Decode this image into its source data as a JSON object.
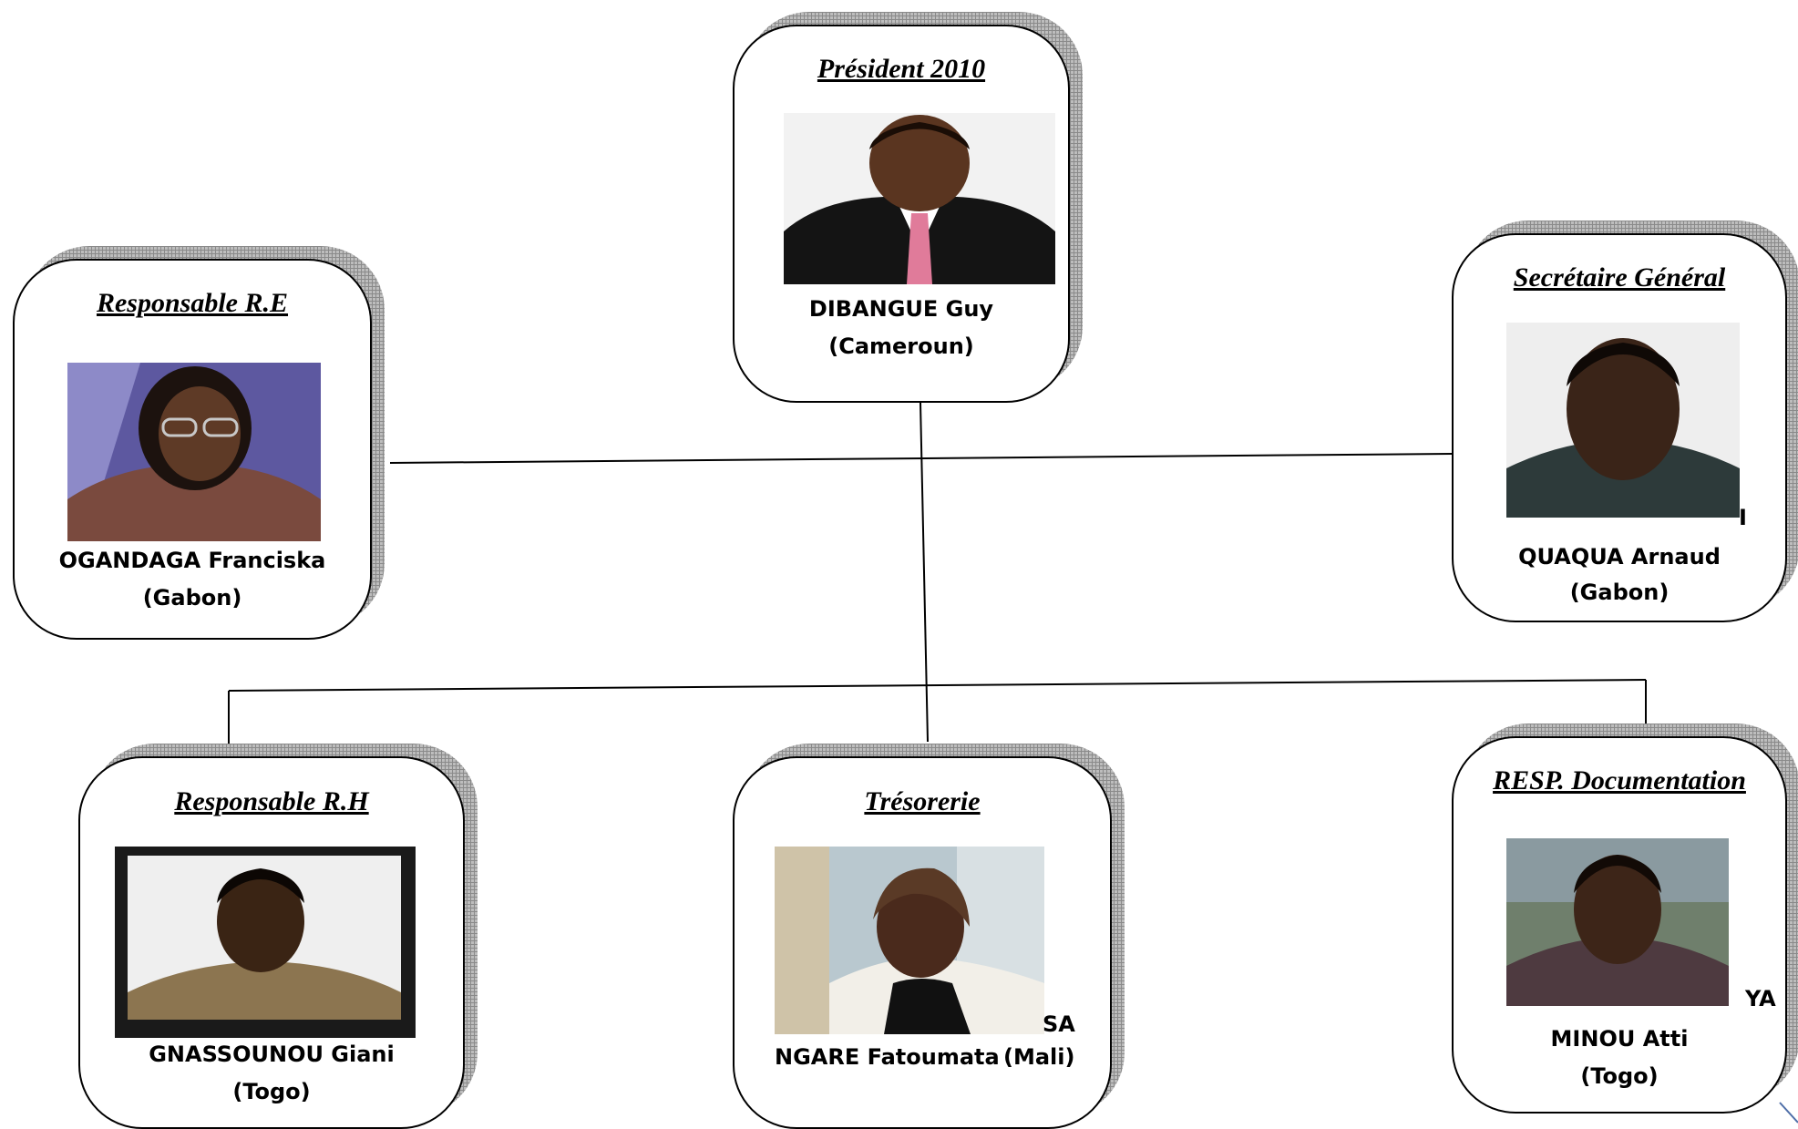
{
  "members": {
    "president": {
      "role": "Président 2010",
      "name": "DIBANGUE Guy",
      "country": "(Cameroun)"
    },
    "resp_re": {
      "role": "Responsable R.E",
      "name": "OGANDAGA  Franciska",
      "country": "(Gabon)"
    },
    "secretaire": {
      "role": "Secrétaire Général",
      "name": "QUAQUA Arnaud",
      "country": "(Gabon)",
      "extra": "I"
    },
    "resp_rh": {
      "role": "Responsable R.H",
      "name": "GNASSOUNOU Giani",
      "country": "(Togo)"
    },
    "tresorerie": {
      "role": "Trésorerie",
      "name": "NGARE Fatoumata",
      "country": "(Mali)",
      "extra": "SA"
    },
    "resp_doc": {
      "role": "RESP. Documentation",
      "name": "MINOU Atti",
      "country": "(Togo)",
      "extra": "YA"
    }
  }
}
